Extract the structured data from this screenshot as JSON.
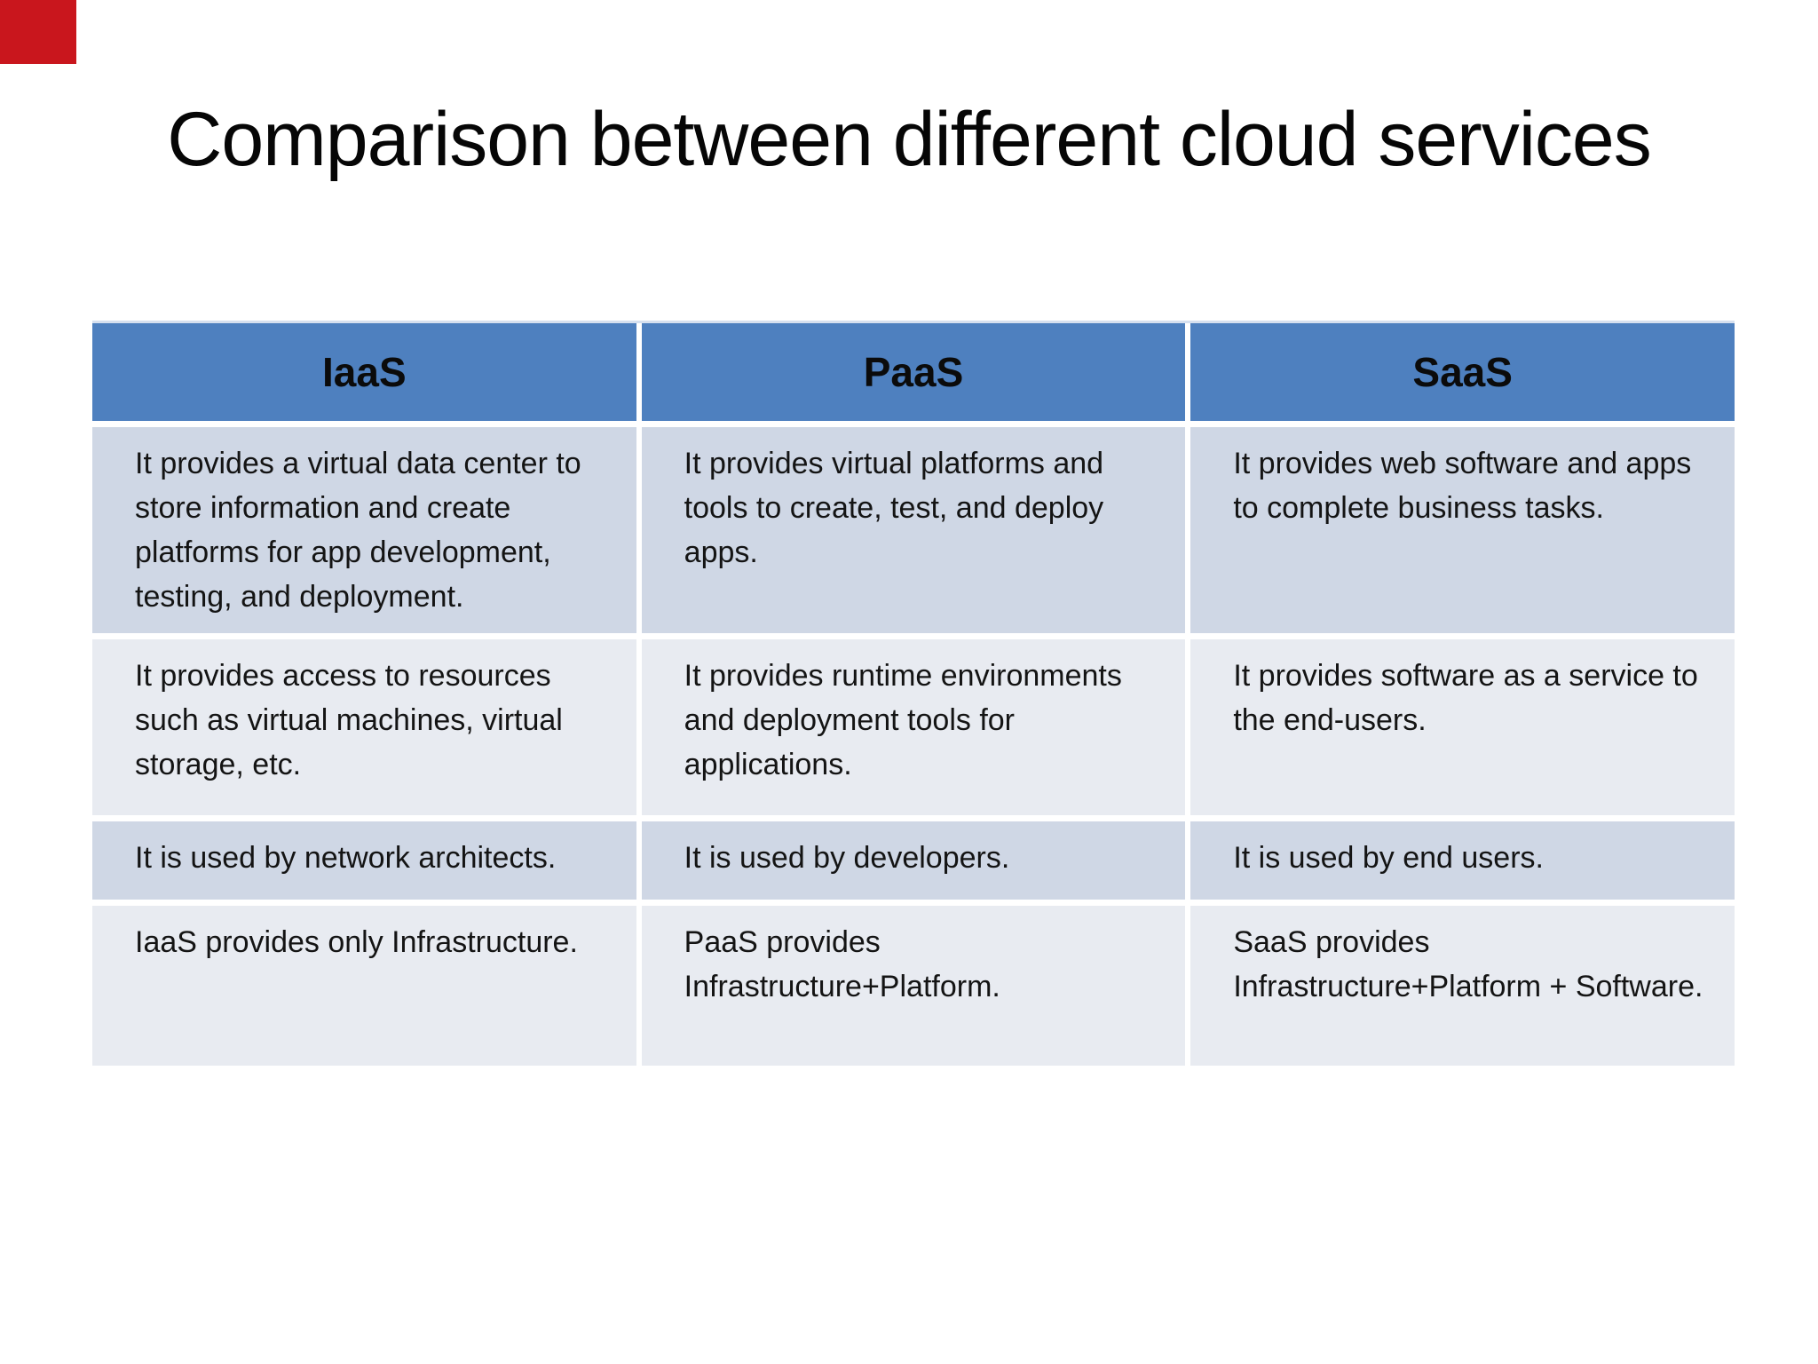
{
  "slide": {
    "title": "Comparison between different cloud services"
  },
  "table": {
    "headers": [
      "IaaS",
      "PaaS",
      "SaaS"
    ],
    "rows": [
      [
        "It provides a virtual data center to store information and create platforms for app development, testing, and deployment.",
        "It provides virtual platforms and tools to create, test, and deploy apps.",
        "It provides web software and apps to complete business tasks."
      ],
      [
        "It provides access to resources such as virtual machines, virtual storage, etc.",
        "It provides runtime environments and deployment tools for applications.",
        "It provides software as a service to the end-users."
      ],
      [
        "It is used by network architects.",
        "It is used by developers.",
        "It is used by end users."
      ],
      [
        "IaaS provides only Infrastructure.",
        "PaaS provides Infrastructure+Platform.",
        "SaaS provides Infrastructure+Platform + Software."
      ]
    ]
  },
  "colors": {
    "header_bg": "#4e80bf",
    "row_band_dark": "#cfd7e5",
    "row_band_light": "#e8ebf1",
    "corner_accent": "#c9161d",
    "text": "#141414",
    "background": "#ffffff"
  }
}
